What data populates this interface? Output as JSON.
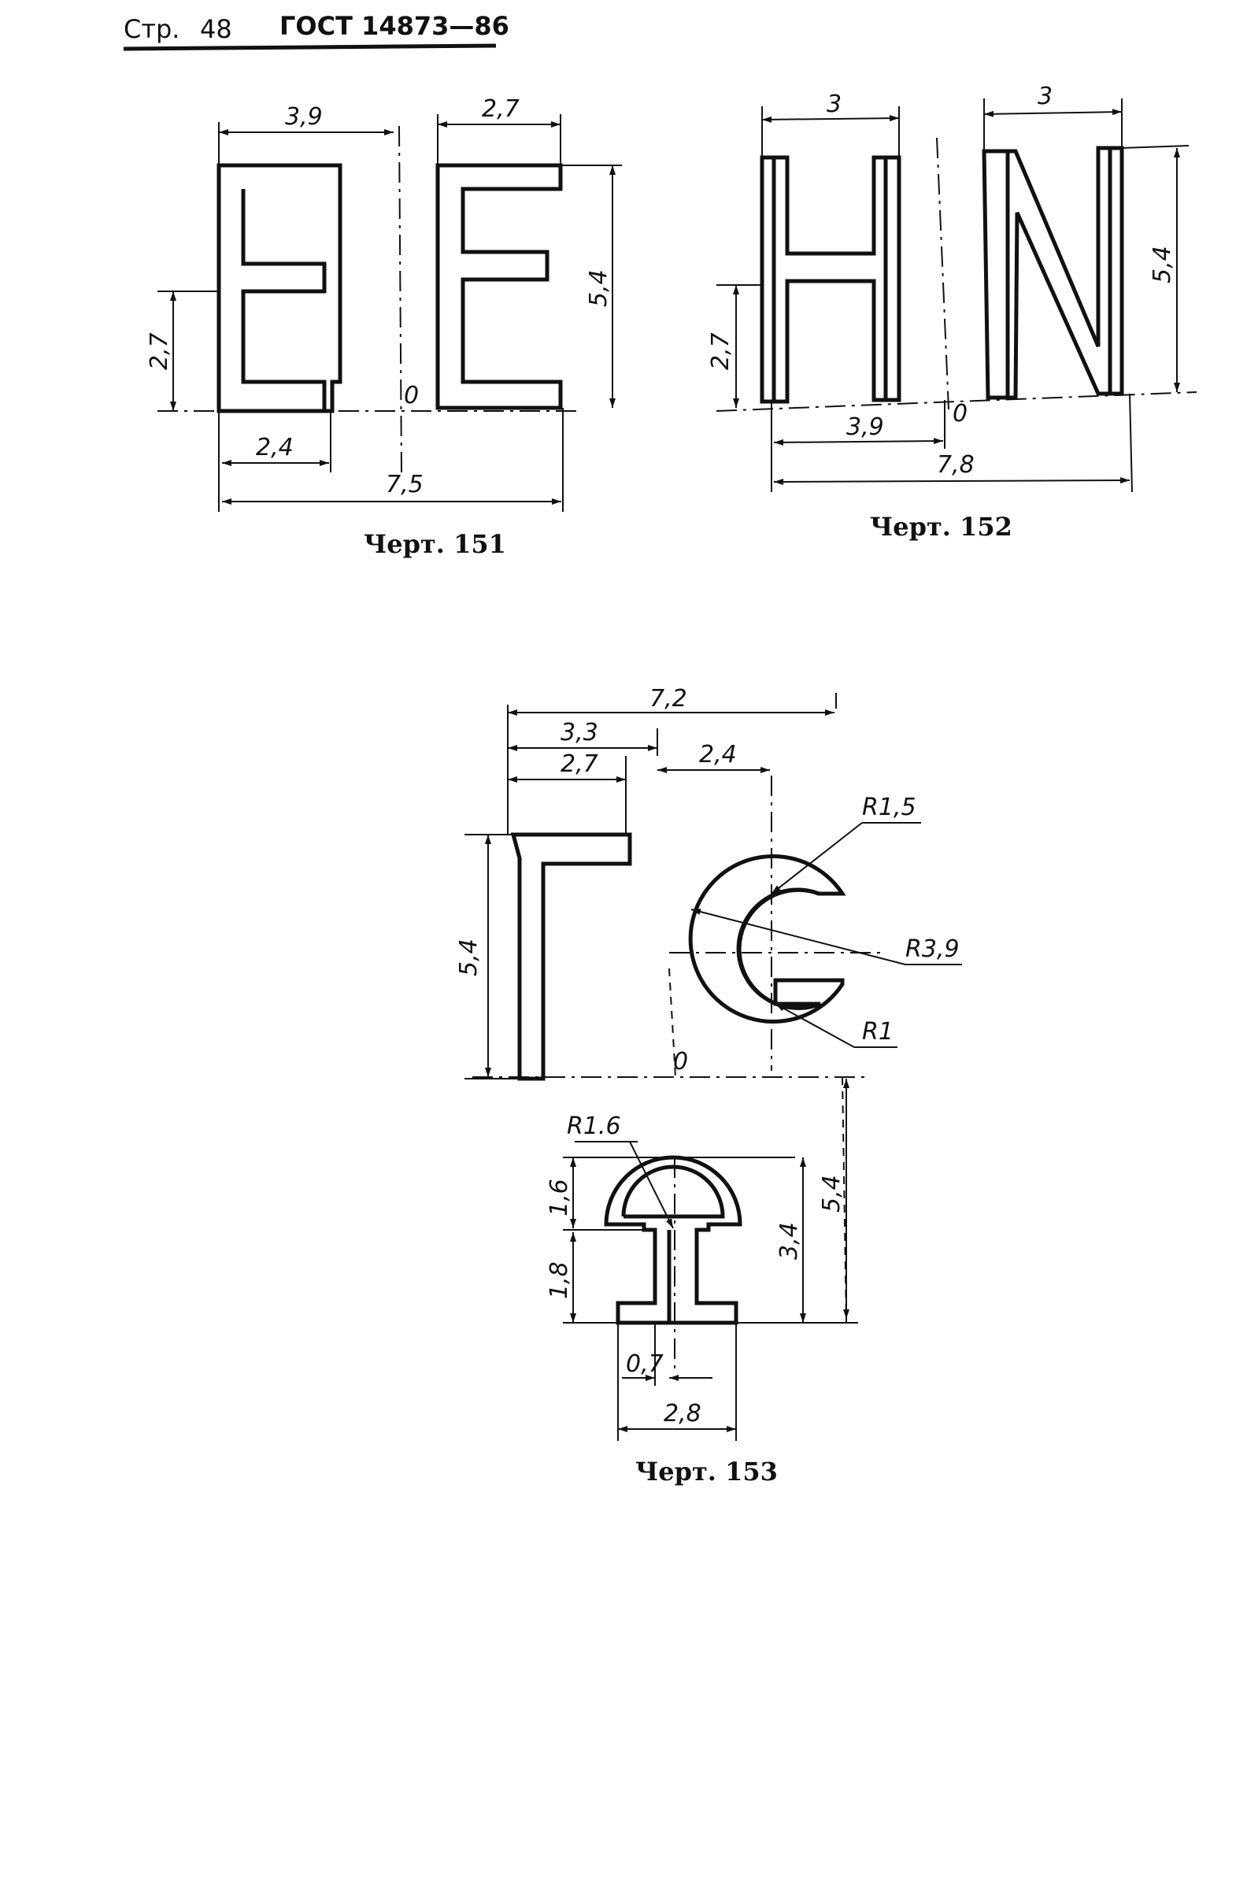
{
  "header": {
    "page_label": "Стр.",
    "page_number": "48",
    "standard": "ГОСТ 14873—86"
  },
  "figure151": {
    "caption": "Черт. 151",
    "dims": {
      "top_left": "3,9",
      "top_right": "2,7",
      "height": "5,4",
      "left_height": "2,7",
      "bottom_inner": "2,4",
      "total_width": "7,5",
      "origin": "0"
    }
  },
  "figure152": {
    "caption": "Черт. 152",
    "dims": {
      "top_left": "3",
      "top_right": "3",
      "height": "5,4",
      "left_height": "2,7",
      "bottom_inner": "3,9",
      "total_width": "7,8",
      "origin": "0"
    }
  },
  "figure153": {
    "caption": "Черт. 153",
    "dims": {
      "w_total": "7,2",
      "w_33": "3,3",
      "w_27": "2,7",
      "w_24": "2,4",
      "r15": "R1,5",
      "r39": "R3,9",
      "r1": "R1",
      "height": "5,4",
      "origin": "0",
      "r16": "R1.6",
      "h16": "1,6",
      "h18": "1,8",
      "h34": "3,4",
      "h54": "5,4",
      "w07": "0,7",
      "w28": "2,8"
    }
  }
}
